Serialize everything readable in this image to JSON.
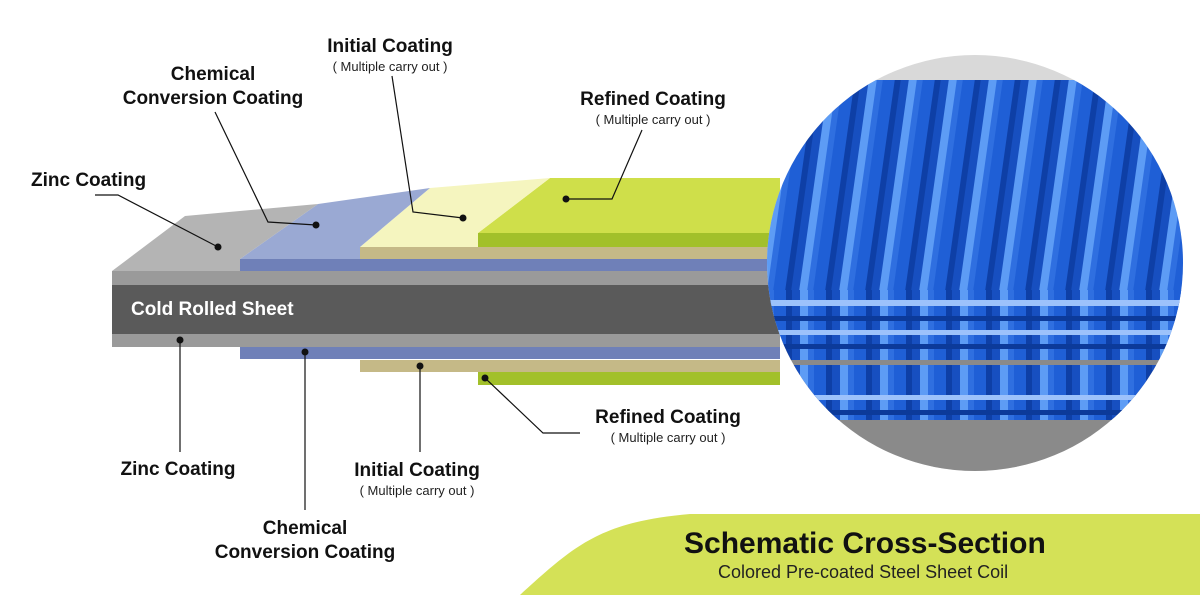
{
  "core": {
    "label": "Cold Rolled Sheet"
  },
  "labels": {
    "top_zinc": {
      "title": "Zinc Coating"
    },
    "top_chemical": {
      "title_line1": "Chemical",
      "title_line2": "Conversion Coating"
    },
    "top_initial": {
      "title": "Initial Coating",
      "note": "( Multiple carry out )"
    },
    "top_refined": {
      "title": "Refined Coating",
      "note": "( Multiple carry out )"
    },
    "bottom_zinc": {
      "title": "Zinc Coating"
    },
    "bottom_chemical": {
      "title_line1": "Chemical",
      "title_line2": "Conversion Coating"
    },
    "bottom_initial": {
      "title": "Initial Coating",
      "note": "( Multiple carry out )"
    },
    "bottom_refined": {
      "title": "Refined Coating",
      "note": "( Multiple carry out )"
    }
  },
  "banner": {
    "title": "Schematic Cross-Section",
    "subtitle": "Colored Pre-coated Steel Sheet Coil"
  },
  "colors": {
    "zinc": "#b4b4b4",
    "zinc_edge": "#9a9a9a",
    "chemical": "#9aa9d3",
    "chemical_edge": "#6f80b8",
    "initial": "#f5f5bf",
    "initial_edge": "#c5b987",
    "refined": "#cfdf4a",
    "refined_edge": "#a2c02a",
    "core": "#5a5a5a",
    "banner": "#d4e157",
    "sheet_blue": "#1f5fd6",
    "sheet_blue_light": "#4f8ff0",
    "sheet_blue_dark": "#0c3a9a"
  },
  "photo": {
    "icon": "corrugated-steel-sheets-photo"
  }
}
